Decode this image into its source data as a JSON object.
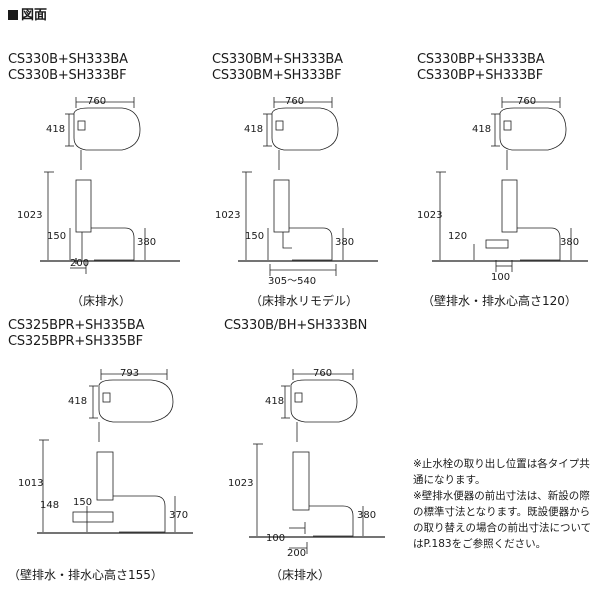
{
  "header": {
    "title": "図面"
  },
  "figures": [
    {
      "models": [
        "CS330B+SH333BA",
        "CS330B+SH333BF"
      ],
      "caption": "（床排水）",
      "dims": {
        "width": "760",
        "depth": "418",
        "height": "1023",
        "bowl": "380",
        "floor": "150",
        "pipe": "200"
      }
    },
    {
      "models": [
        "CS330BM+SH333BA",
        "CS330BM+SH333BF"
      ],
      "caption": "（床排水リモデル）",
      "dims": {
        "width": "760",
        "depth": "418",
        "height": "1023",
        "bowl": "380",
        "floor": "150",
        "pipe": "305～540"
      }
    },
    {
      "models": [
        "CS330BP+SH333BA",
        "CS330BP+SH333BF"
      ],
      "caption": "（壁排水・排水心高さ120）",
      "dims": {
        "width": "760",
        "depth": "418",
        "height": "1023",
        "bowl": "380",
        "floor": "120",
        "pipe": "100"
      }
    },
    {
      "models": [
        "CS325BPR+SH335BA",
        "CS325BPR+SH335BF"
      ],
      "caption": "（壁排水・排水心高さ155）",
      "dims": {
        "width": "793",
        "depth": "418",
        "height": "1013",
        "bowl": "370",
        "floor": "150",
        "floor2": "148"
      }
    },
    {
      "models": [
        "CS330B/BH+SH333BN"
      ],
      "caption": "（床排水）",
      "dims": {
        "width": "760",
        "depth": "418",
        "height": "1023",
        "bowl": "380",
        "floor": "100",
        "pipe": "200"
      }
    }
  ],
  "notes": [
    "※止水栓の取り出し位置は各タイプ共通になります。",
    "※壁排水便器の前出寸法は、新設の際の標準寸法となります。既設便器からの取り替えの場合の前出寸法についてはP.183をご参照ください。"
  ]
}
